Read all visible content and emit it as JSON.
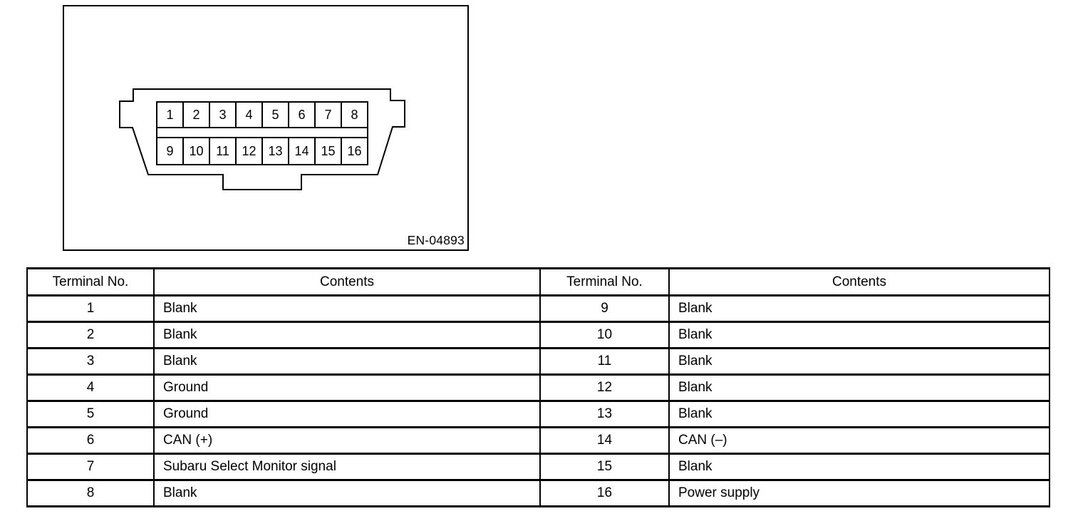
{
  "figure": {
    "code": "EN-04893",
    "connector": {
      "pins_top": [
        "1",
        "2",
        "3",
        "4",
        "5",
        "6",
        "7",
        "8"
      ],
      "pins_bottom": [
        "9",
        "10",
        "11",
        "12",
        "13",
        "14",
        "15",
        "16"
      ]
    }
  },
  "table": {
    "headers": [
      "Terminal No.",
      "Contents",
      "Terminal No.",
      "Contents"
    ],
    "rows": [
      [
        "1",
        "Blank",
        "9",
        "Blank"
      ],
      [
        "2",
        "Blank",
        "10",
        "Blank"
      ],
      [
        "3",
        "Blank",
        "11",
        "Blank"
      ],
      [
        "4",
        "Ground",
        "12",
        "Blank"
      ],
      [
        "5",
        "Ground",
        "13",
        "Blank"
      ],
      [
        "6",
        "CAN (+)",
        "14",
        "CAN (–)"
      ],
      [
        "7",
        "Subaru Select Monitor signal",
        "15",
        "Blank"
      ],
      [
        "8",
        "Blank",
        "16",
        "Power supply"
      ]
    ]
  },
  "colors": {
    "ink": "#000000",
    "background": "#ffffff"
  }
}
